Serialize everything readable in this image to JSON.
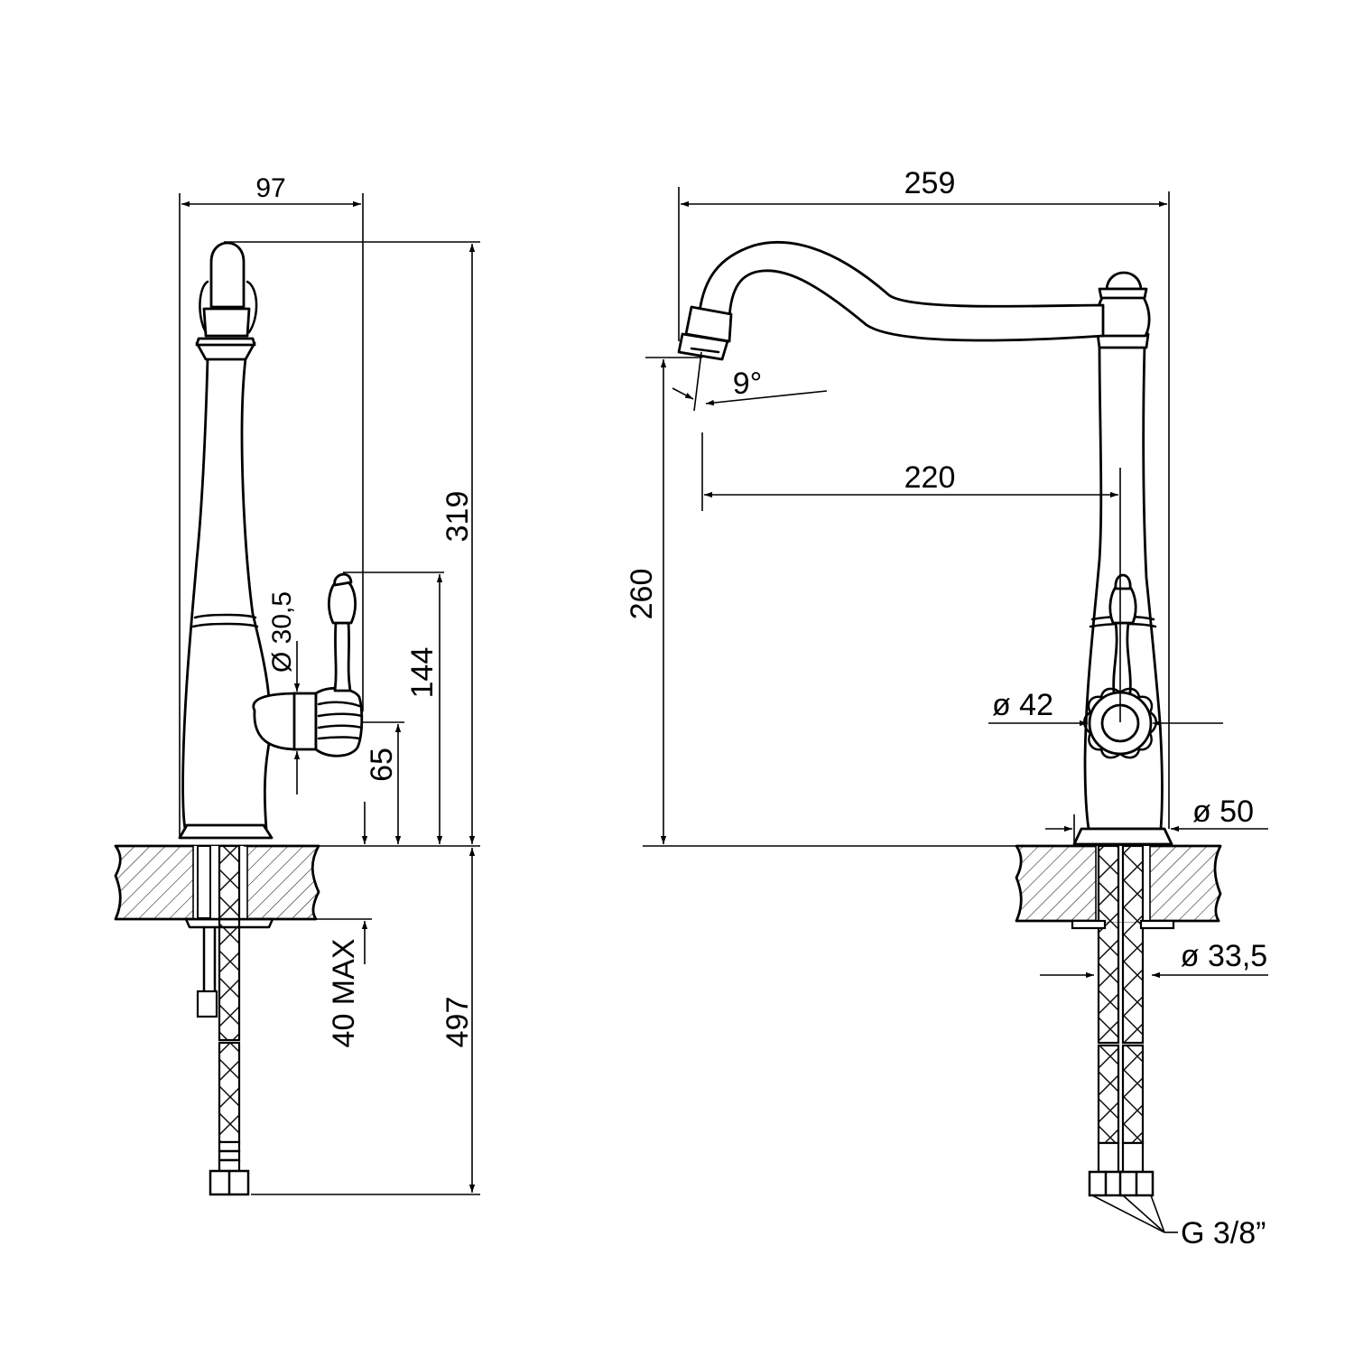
{
  "dimensions": {
    "side_width": "97",
    "total_height": "319",
    "lever_diameter": "Ø 30,5",
    "lever_height": "144",
    "lever_axis_height": "65",
    "deck_thickness": "40 MAX",
    "hose_length": "497",
    "spout_total_length": "259",
    "spout_angle": "9°",
    "spout_reach": "220",
    "spout_height": "260",
    "body_diameter": "ø 42",
    "base_diameter": "ø 50",
    "shank_diameter": "ø 33,5",
    "hose_thread": "G 3/8”"
  }
}
